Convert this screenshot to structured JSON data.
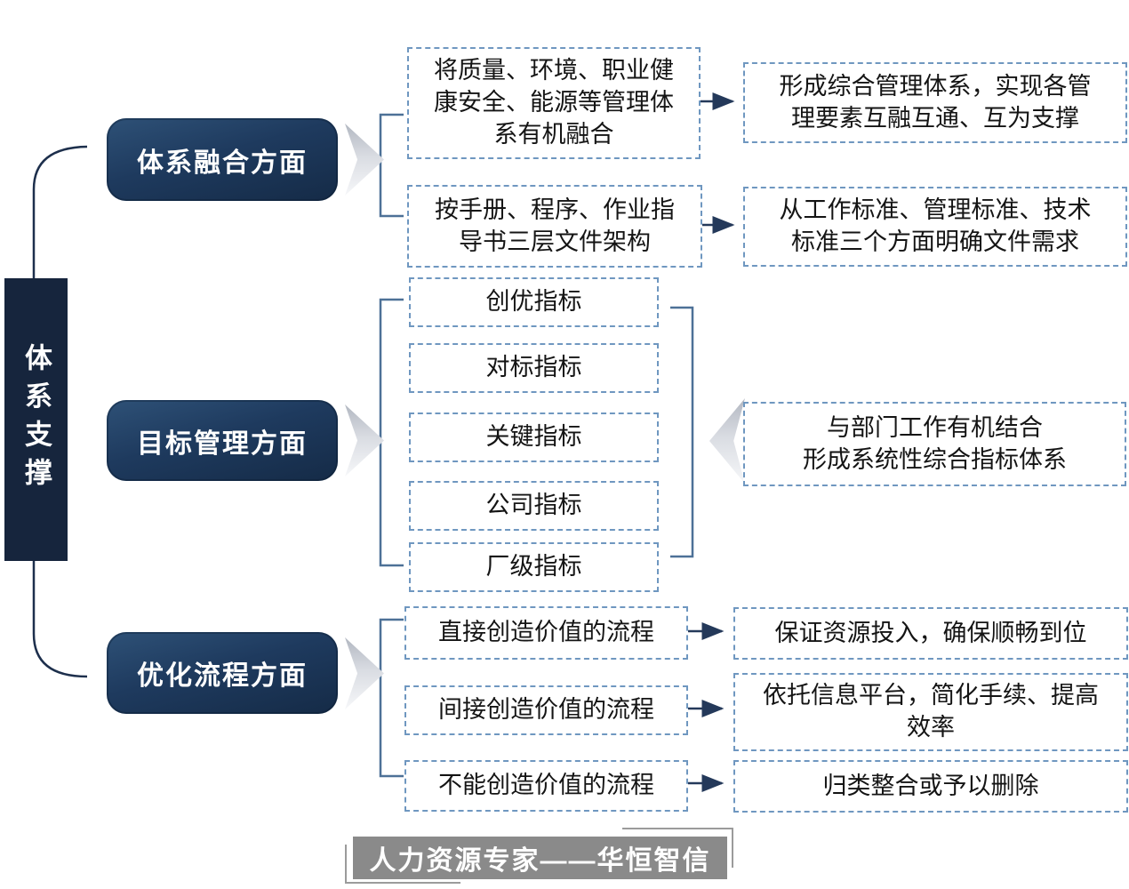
{
  "root": {
    "label": "体系支撑"
  },
  "branches": [
    {
      "label": "体系融合方面",
      "pairs": [
        {
          "source": "将质量、环境、职业健\n康安全、能源等管理体\n系有机融合",
          "result": "形成综合管理体系，实现各管\n理要素互融互通、互为支撑"
        },
        {
          "source": "按手册、程序、作业指\n导书三层文件架构",
          "result": "从工作标准、管理标准、技术\n标准三个方面明确文件需求"
        }
      ]
    },
    {
      "label": "目标管理方面",
      "indicators": [
        "创优指标",
        "对标指标",
        "关键指标",
        "公司指标",
        "厂级指标"
      ],
      "result": "与部门工作有机结合\n形成系统性综合指标体系"
    },
    {
      "label": "优化流程方面",
      "pairs": [
        {
          "source": "直接创造价值的流程",
          "result": "保证资源投入，确保顺畅到位"
        },
        {
          "source": "间接创造价值的流程",
          "result": "依托信息平台，简化手续、提高\n效率"
        },
        {
          "source": "不能创造价值的流程",
          "result": "归类整合或予以删除"
        }
      ]
    }
  ],
  "footer": {
    "text": "人力资源专家——华恒智信"
  },
  "colors": {
    "navy_node": "#1e3a5e",
    "navy_bar": "#16253d",
    "dashed_border": "#6f97c0",
    "bracket": "#4d7197",
    "arrow": "#24395a",
    "chevron_gray": "#c9ccd3",
    "footer_bg": "#8a8a8a",
    "text": "#141414"
  }
}
